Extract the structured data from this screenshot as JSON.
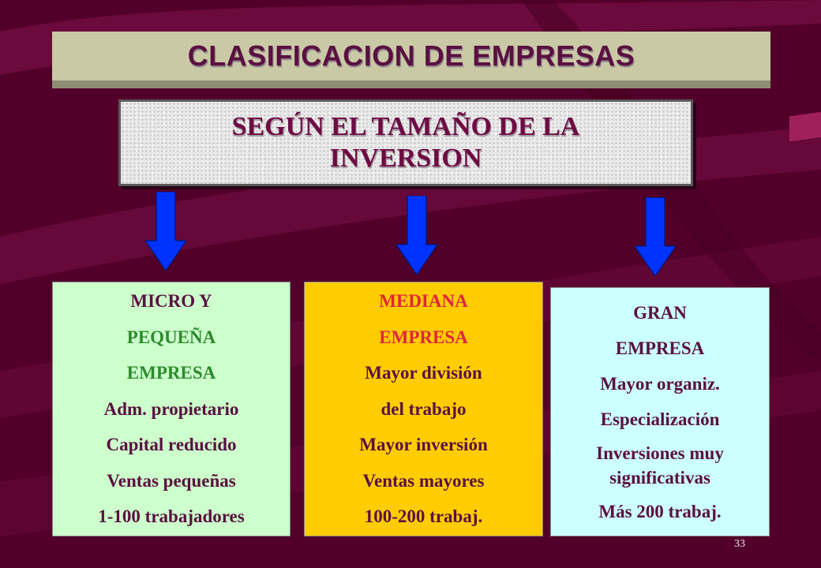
{
  "slide": {
    "title": "CLASIFICACION DE EMPRESAS",
    "subtitle": [
      "SEGÚN EL TAMAÑO DE LA",
      "INVERSION"
    ],
    "page_number": "33"
  },
  "columns": [
    {
      "name": "micro",
      "lines": [
        "MICRO Y",
        "PEQUEÑA",
        "EMPRESA",
        "Adm. propietario",
        "Capital reducido",
        "Ventas pequeñas",
        "1-100 trabajadores"
      ]
    },
    {
      "name": "mediana",
      "lines": [
        "MEDIANA",
        "EMPRESA",
        "Mayor división",
        "del trabajo",
        "Mayor inversión",
        "Ventas mayores",
        "100-200 trabaj."
      ]
    },
    {
      "name": "gran",
      "lines": [
        "GRAN",
        "EMPRESA",
        "Mayor organiz.",
        "Especialización",
        "Inversiones muy",
        "significativas",
        "Más 200 trabaj."
      ]
    }
  ],
  "colors": {
    "background": "#55002c",
    "title_text": "#5a1040",
    "micro_box": "#ccffcc",
    "mediana_box": "#ffcc00",
    "gran_box": "#ccffff",
    "arrow": "#0033ff",
    "micro_heading": "#2d8a2d",
    "mediana_heading": "#e0263a"
  }
}
